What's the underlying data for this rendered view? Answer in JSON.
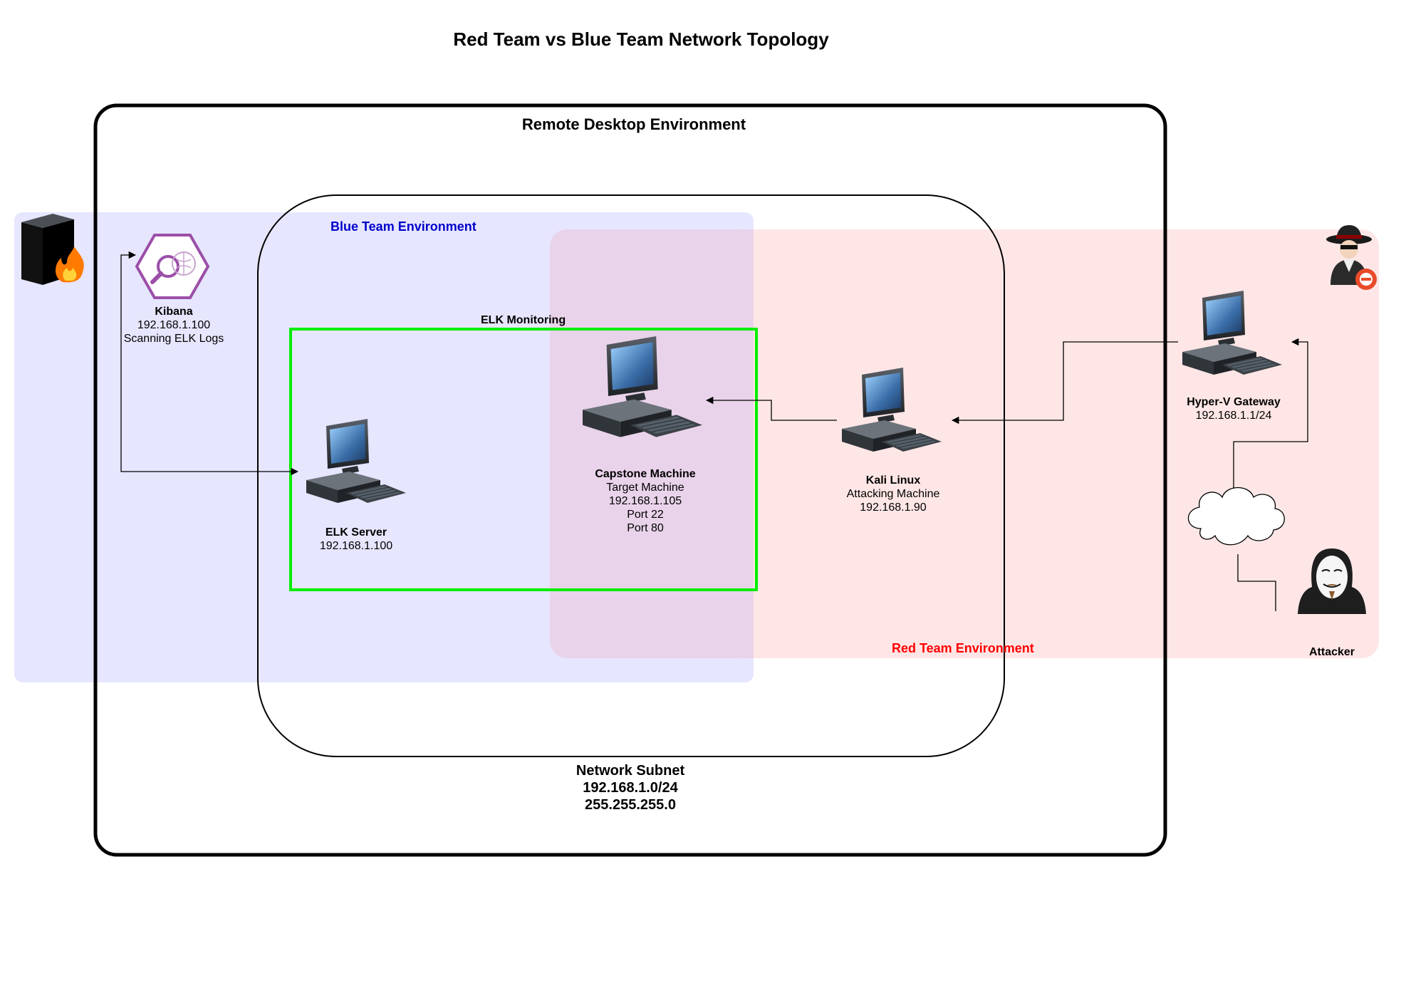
{
  "title": "Red Team vs Blue Team Network Topology",
  "regions": {
    "remote_desktop": "Remote Desktop Environment",
    "blue_team": "Blue Team Environment",
    "red_team": "Red Team Environment",
    "elk_monitoring": "ELK Monitoring"
  },
  "network_subnet": {
    "label": "Network Subnet",
    "cidr": "192.168.1.0/24",
    "mask": "255.255.255.0"
  },
  "nodes": {
    "kibana": {
      "name": "Kibana",
      "line1": "192.168.1.100",
      "line2": "Scanning ELK Logs"
    },
    "elk_server": {
      "name": "ELK Server",
      "line1": "192.168.1.100"
    },
    "capstone": {
      "name": "Capstone Machine",
      "line1": "Target Machine",
      "line2": "192.168.1.105",
      "line3": "Port 22",
      "line4": "Port 80"
    },
    "kali": {
      "name": "Kali Linux",
      "line1": "Attacking Machine",
      "line2": "192.168.1.90"
    },
    "hyperv": {
      "name": "Hyper-V Gateway",
      "line1": "192.168.1.1/24"
    },
    "attacker": {
      "name": "Attacker"
    }
  },
  "icons": [
    "firewall-icon",
    "kibana-icon",
    "computer-icon",
    "cloud-icon",
    "spy-icon",
    "attacker-mask-icon"
  ],
  "colors": {
    "blue_fill": "#e6e6ff",
    "red_fill": "#ffe6e6",
    "elk_border": "#00ee00",
    "blue_text": "#0000cc",
    "red_text": "#ff0000",
    "kibana_purple": "#9b4fa8"
  }
}
